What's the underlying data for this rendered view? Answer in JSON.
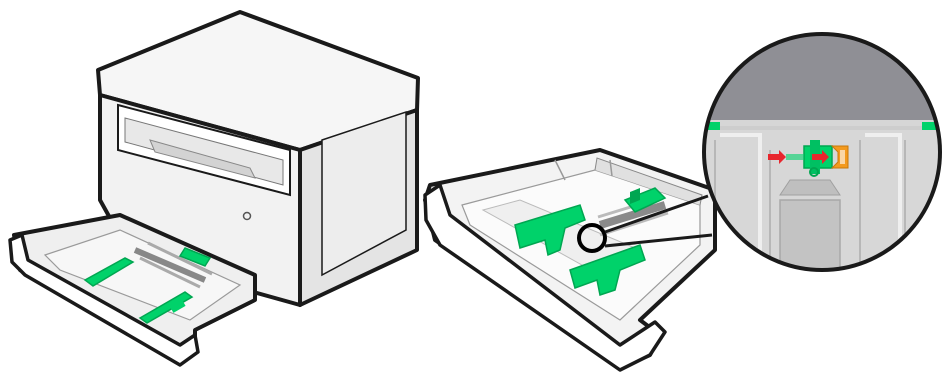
{
  "colors": {
    "outline": "#1a1a1a",
    "body_light": "#f4f4f4",
    "body_shade": "#d9d9d9",
    "body_dark": "#bdbdbd",
    "guide_green": "#00d26a",
    "guide_green_dark": "#00a651",
    "arrow_red": "#e8262d",
    "latch_orange": "#f39a1e",
    "zoom_bg": "#c8c8c8",
    "zoom_top": "#8e8e94"
  },
  "icons": {
    "printer": "printer-with-open-tray-illustration",
    "tray": "paper-tray-illustration",
    "callout_ring": "callout-circle-icon",
    "zoom": "magnified-latch-detail",
    "arrow": "arrow-right-icon"
  }
}
